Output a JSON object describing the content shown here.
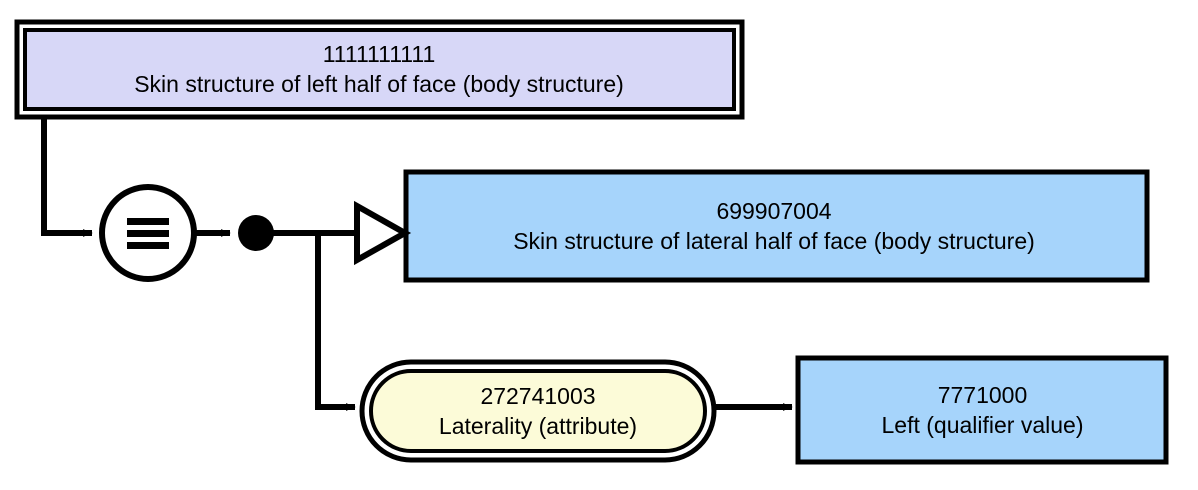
{
  "diagram": {
    "type": "snomed-ct-concept-definition",
    "colors": {
      "focus_concept_fill": "#d7d7f7",
      "parent_concept_fill": "#a6d4fb",
      "attribute_fill": "#fcfbd8",
      "value_concept_fill": "#a6d4fb",
      "stroke": "#000000",
      "background": "#ffffff"
    },
    "nodes": [
      {
        "id": "focus-concept",
        "name": "focus-concept-box",
        "shape": "double-rectangle",
        "code": "1111111111",
        "term": "Skin structure of left half of face (body structure)",
        "fill": "#d7d7f7"
      },
      {
        "id": "parent-concept",
        "name": "parent-concept-box",
        "shape": "rectangle",
        "code": "699907004",
        "term": "Skin structure of lateral half of face (body structure)",
        "fill": "#a6d4fb"
      },
      {
        "id": "attribute",
        "name": "attribute-box",
        "shape": "double-rounded-rectangle",
        "code": "272741003",
        "term": "Laterality (attribute)",
        "fill": "#fcfbd8"
      },
      {
        "id": "value-concept",
        "name": "value-concept-box",
        "shape": "rectangle",
        "code": "7771000",
        "term": "Left (qualifier value)",
        "fill": "#a6d4fb"
      }
    ],
    "connectors": [
      {
        "id": "definition-status",
        "name": "equivalence-circle",
        "glyph": "≡",
        "meaning": "sufficiently defined / equivalent to"
      },
      {
        "id": "role-group",
        "name": "role-group-dot",
        "glyph": "●",
        "meaning": "role group"
      },
      {
        "id": "is-a",
        "name": "is-a-triangle",
        "glyph": "▷",
        "meaning": "is a (subtype of)"
      }
    ],
    "edges": [
      {
        "from": "focus-concept",
        "to": "definition-status",
        "name": "edge-focus-to-equivalence"
      },
      {
        "from": "definition-status",
        "to": "role-group",
        "name": "edge-equivalence-to-rolegroup"
      },
      {
        "from": "role-group",
        "to": "parent-concept",
        "name": "edge-rolegroup-to-parent"
      },
      {
        "from": "role-group",
        "to": "attribute",
        "name": "edge-rolegroup-to-attribute"
      },
      {
        "from": "attribute",
        "to": "value-concept",
        "name": "edge-attribute-to-value"
      }
    ]
  }
}
